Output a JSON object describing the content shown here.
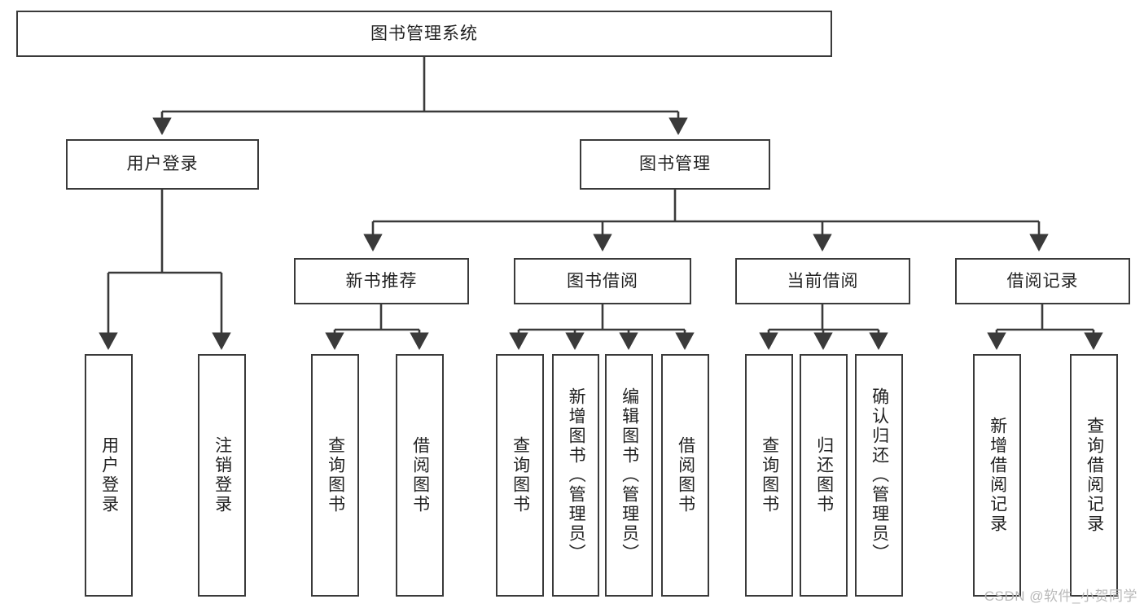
{
  "diagram": {
    "type": "tree",
    "title": "图书管理系统",
    "root": {
      "label": "图书管理系统"
    },
    "level1": [
      {
        "label": "用户登录"
      },
      {
        "label": "图书管理"
      }
    ],
    "level2": [
      {
        "label": "新书推荐"
      },
      {
        "label": "图书借阅"
      },
      {
        "label": "当前借阅"
      },
      {
        "label": "借阅记录"
      }
    ],
    "leaves": {
      "user_login": [
        {
          "label": "用户登录"
        },
        {
          "label": "注销登录"
        }
      ],
      "new_book_recommend": [
        {
          "label": "查询图书"
        },
        {
          "label": "借阅图书"
        }
      ],
      "book_borrow": [
        {
          "label": "查询图书"
        },
        {
          "label": "新增图书（管理员）"
        },
        {
          "label": "编辑图书（管理员）"
        },
        {
          "label": "借阅图书"
        }
      ],
      "current_borrow": [
        {
          "label": "查询图书"
        },
        {
          "label": "归还图书"
        },
        {
          "label": "确认归还（管理员）"
        }
      ],
      "borrow_record": [
        {
          "label": "新增借阅记录"
        },
        {
          "label": "查询借阅记录"
        }
      ]
    }
  },
  "watermark": {
    "text": "CSDN @软件_小贺同学"
  },
  "colors": {
    "box_border": "#3a3a3a",
    "line": "#3a3a3a",
    "text": "#222222",
    "background": "#ffffff",
    "watermark": "#b9b9b9"
  }
}
